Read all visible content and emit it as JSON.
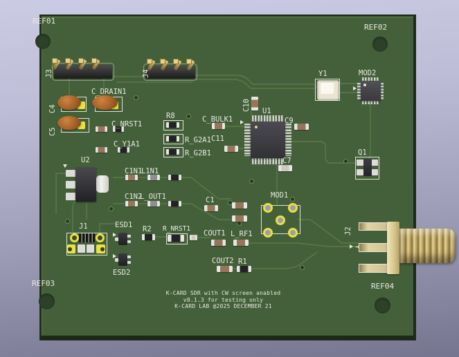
{
  "view": {
    "description": "3D rendered PCB in viewer",
    "colors": {
      "background_top": "#cbcbe3",
      "background_bottom": "#75758f",
      "board_green": "#44603a",
      "board_edge": "#203018",
      "trace_green": "#5a7a48",
      "silkscreen_white": "#e8e8e0",
      "pad_gold": "#e8e23a",
      "header_pin_gold": "#e6cc7a",
      "tantalum_orange": "#b06228",
      "ic_body_gray": "#3b3b40",
      "sma_gold": "#d8c488"
    }
  },
  "labels": {
    "ref01": "REF01",
    "ref02": "REF02",
    "ref03": "REF03",
    "ref04": "REF04",
    "j1": "J1",
    "j2": "J2",
    "j3": "J3",
    "j4": "J4",
    "c4": "C4",
    "c5": "C5",
    "c_drain1": "C_DRAIN1",
    "c_nrst1": "C_NRST1",
    "c_y1a1": "C_Y1A1",
    "r8": "R8",
    "r_g2a1": "R_G2A1",
    "r_g2b1": "R_G2B1",
    "c_bulk1": "C_BULK1",
    "c10": "C10",
    "c11": "C11",
    "u1": "U1",
    "c9": "C9",
    "c7": "C7",
    "y1": "Y1",
    "mod2": "MOD2",
    "q1": "Q1",
    "u2": "U2",
    "c1n1": "C1N1",
    "l1n1": "L1N1",
    "c1n2": "C1N2",
    "l_out1": "L_OUT1",
    "c1": "C1",
    "mod1": "MOD1",
    "esd1": "ESD1",
    "esd2": "ESD2",
    "r2": "R2",
    "r_nrst1": "R_NRST1",
    "cout1": "COUT1",
    "l_rf1": "L_RF1",
    "cout2": "COUT2",
    "r1": "R1"
  },
  "title_block": {
    "line1": "K-CARD SDR with CW screen anabled",
    "line2": "v0.1.3 for testing only",
    "line3": "K-CARD LAB @2025 DECEMBER 21"
  }
}
